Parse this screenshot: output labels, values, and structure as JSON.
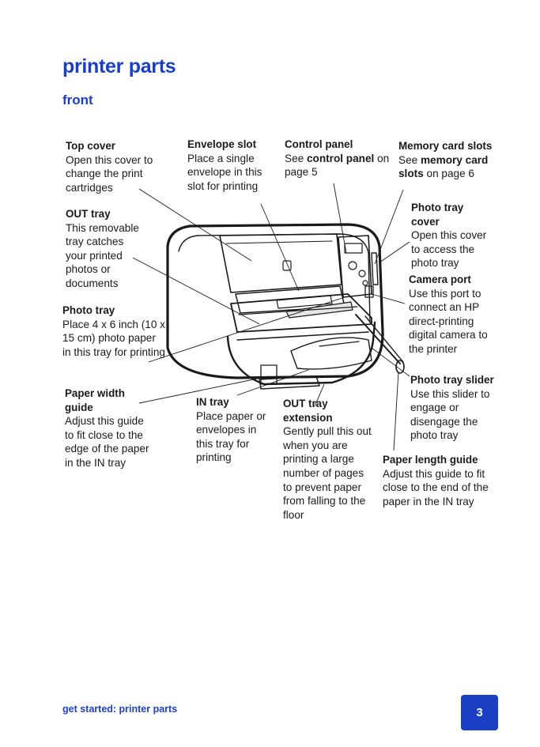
{
  "page": {
    "title": "printer parts",
    "subtitle": "front"
  },
  "callouts": {
    "top_cover": {
      "heading": "Top cover",
      "body": "Open this cover to change the print cartridges"
    },
    "envelope_slot": {
      "heading": "Envelope slot",
      "body": "Place a single envelope in this slot for printing"
    },
    "control_panel": {
      "heading": "Control panel",
      "body_pre": "See ",
      "body_bold": "control panel",
      "body_post": " on page 5"
    },
    "memory_card_slots": {
      "heading": "Memory card slots",
      "body_pre": "See ",
      "body_bold": "memory card slots",
      "body_post": " on page 6"
    },
    "out_tray": {
      "heading": "OUT tray",
      "body": "This removable tray catches your printed photos or documents"
    },
    "photo_tray_cover": {
      "heading": "Photo tray cover",
      "body": "Open this cover to access the photo tray"
    },
    "camera_port": {
      "heading": "Camera port",
      "body": "Use this port to connect an HP direct-printing digital camera to the printer"
    },
    "photo_tray": {
      "heading": "Photo tray",
      "body": "Place 4 x 6 inch (10 x 15 cm) photo paper in this tray for printing"
    },
    "photo_tray_slider": {
      "heading": "Photo tray slider",
      "body": "Use this slider to engage or disengage the photo tray"
    },
    "paper_width_guide": {
      "heading": "Paper width guide",
      "body": "Adjust this guide to fit close to the edge of the paper in the IN tray"
    },
    "in_tray": {
      "heading": "IN tray",
      "body": "Place paper or envelopes in this tray for printing"
    },
    "out_tray_extension": {
      "heading": "OUT tray extension",
      "body": "Gently pull this out when you are printing a large number of pages to prevent paper from falling to the floor"
    },
    "paper_length_guide": {
      "heading": "Paper length guide",
      "body": "Adjust this guide to fit close to the end of the paper in the IN tray"
    }
  },
  "footer": {
    "text": "get started: printer parts",
    "page_number": "3"
  },
  "colors": {
    "brand_blue": "#1a3fc2",
    "text": "#1a1a1a"
  }
}
